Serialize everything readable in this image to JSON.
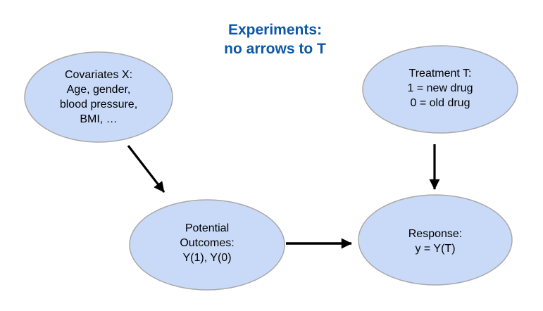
{
  "title": {
    "line1": "Experiments:",
    "line2": "no arrows to T",
    "color": "#0d57a8"
  },
  "nodes": {
    "covariates": {
      "lines": [
        "Covariates X:",
        "Age, gender,",
        "blood pressure,",
        "BMI, …"
      ]
    },
    "treatment": {
      "lines": [
        "Treatment T:",
        "1 = new drug",
        "0 = old drug"
      ]
    },
    "potential_outcomes": {
      "lines": [
        "Potential",
        "Outcomes:",
        "Y(1), Y(0)"
      ]
    },
    "response": {
      "lines": [
        "Response:",
        "y = Y(T)"
      ]
    }
  },
  "edges": [
    {
      "from": "covariates",
      "to": "potential_outcomes"
    },
    {
      "from": "treatment",
      "to": "response"
    },
    {
      "from": "potential_outcomes",
      "to": "response"
    }
  ],
  "colors": {
    "background": "#ffffff",
    "node_fill": "#c9daf8",
    "node_border": "#a9a9a9",
    "arrow": "#000000",
    "text": "#000000"
  }
}
